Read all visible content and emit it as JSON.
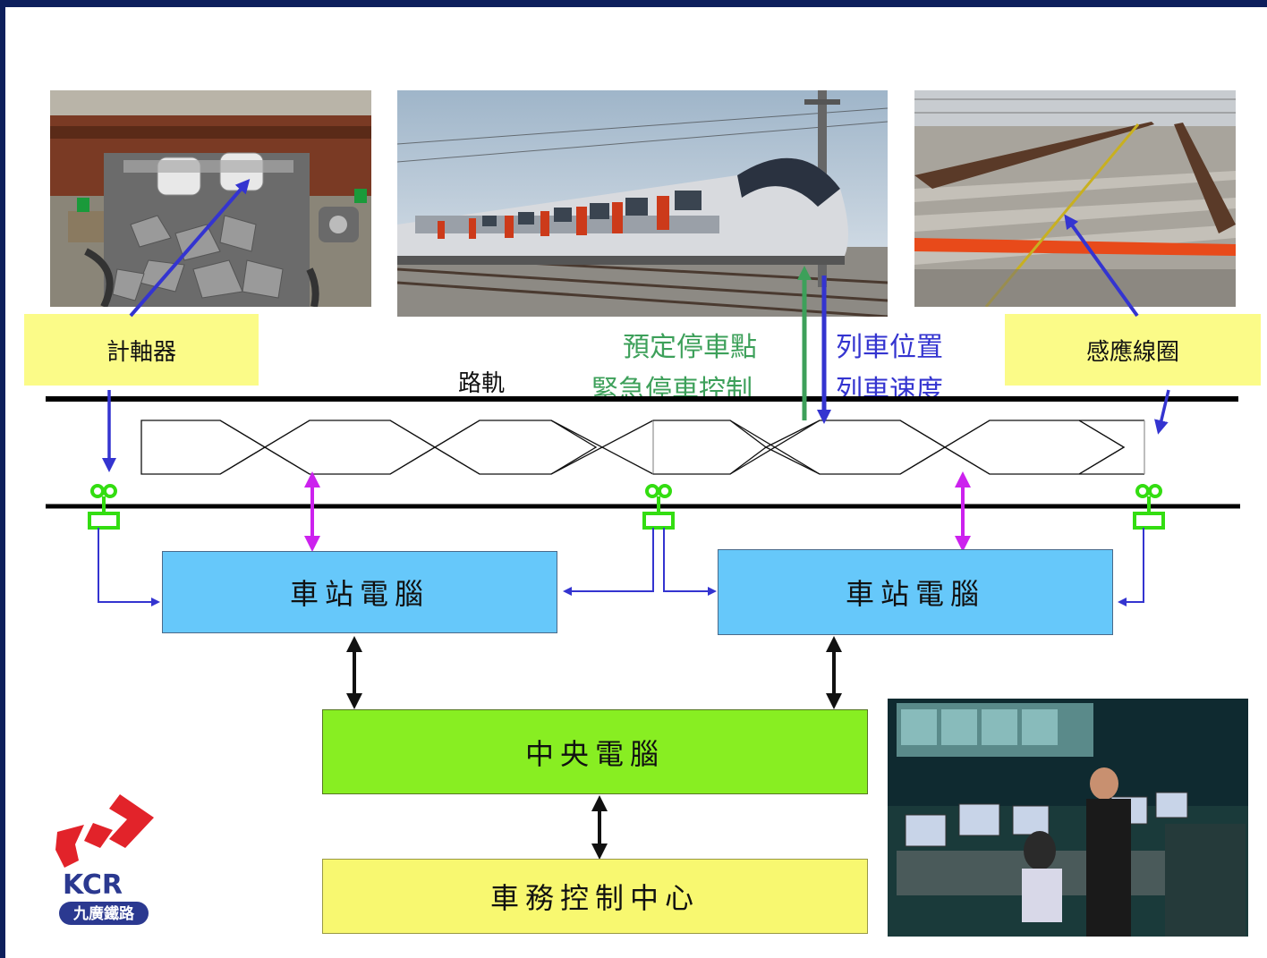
{
  "labels": {
    "axle_counter": "計軸器",
    "induction_loop": "感應線圈",
    "track": "路軌",
    "stop_point": "預定停車點",
    "emergency_stop": "緊急停車控制",
    "train_position": "列車位置",
    "train_speed": "列車速度",
    "station_computer_left": "車站電腦",
    "station_computer_right": "車站電腦",
    "central_computer": "中央電腦",
    "control_centre": "車務控制中心"
  },
  "logo": {
    "text": "KCR",
    "subtext": "九廣鐵路"
  },
  "colors": {
    "frame": "#0d1f5c",
    "yellow_box": "#fbfb88",
    "station_box": "#66c8fa",
    "central_box": "#88ee22",
    "control_box": "#f8f870",
    "blue_arrow": "#3434d0",
    "green_arrow": "#3da05a",
    "magenta_arrow": "#cc22ee",
    "green_text": "#3da05a",
    "blue_text": "#3434d0",
    "logo_red": "#e2232a",
    "logo_blue": "#2b3990"
  }
}
